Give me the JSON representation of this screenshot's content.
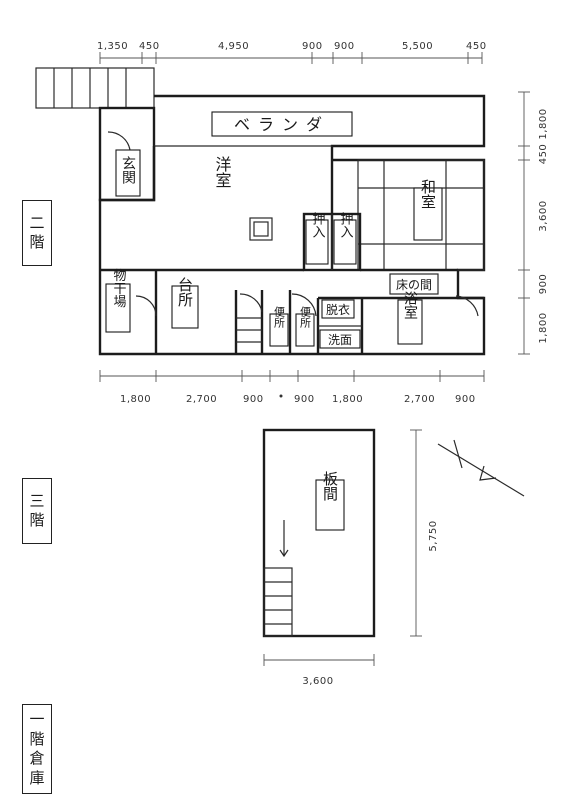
{
  "floors": {
    "second_chars": [
      "二",
      "階"
    ],
    "third_chars": [
      "三",
      "階"
    ],
    "first_chars": [
      "一",
      "階",
      "倉",
      "庫"
    ]
  },
  "dimensions": {
    "top": [
      "1,350",
      "450",
      "4,950",
      "900",
      "900",
      "5,500",
      "450"
    ],
    "bottom": [
      "1,800",
      "2,700",
      "900",
      "900",
      "1,800",
      "2,700",
      "900"
    ],
    "right": [
      "1,800",
      "450",
      "3,600",
      "900",
      "1,800"
    ],
    "third_right": "5,750",
    "third_bottom": "3,600"
  },
  "rooms": {
    "veranda": "ベランダ",
    "genkan": "玄関",
    "youshitsu": "洋室",
    "washitsu": "和室",
    "oshiire_1": "押入",
    "oshiire_2": "押入",
    "tokonoma": "床の間",
    "monohoshi": "物干場",
    "daidokoro": "台所",
    "yokushitsu": "浴室",
    "datsui": "脱衣",
    "senmen": "洗面",
    "toilet": "便所",
    "toilet2": "便所",
    "itanoma": "板間"
  }
}
